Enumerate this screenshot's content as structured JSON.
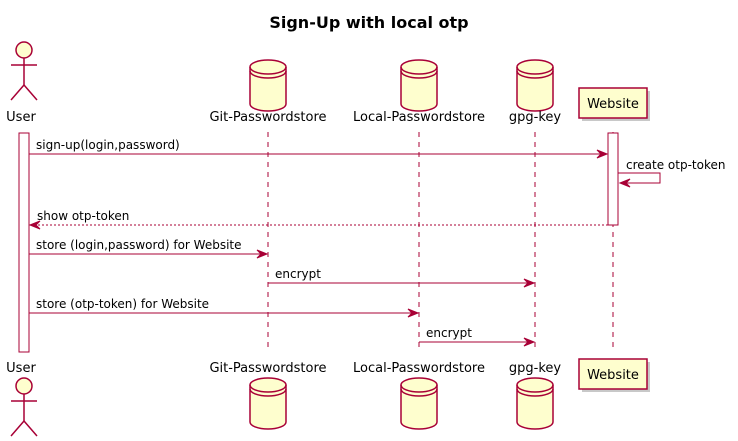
{
  "title": "Sign-Up with local otp",
  "participants": [
    {
      "id": "user",
      "name": "User",
      "kind": "actor"
    },
    {
      "id": "git",
      "name": "Git-Passwordstore",
      "kind": "database"
    },
    {
      "id": "local",
      "name": "Local-Passwordstore",
      "kind": "database"
    },
    {
      "id": "gpg",
      "name": "gpg-key",
      "kind": "database"
    },
    {
      "id": "web",
      "name": "Website",
      "kind": "participant"
    }
  ],
  "messages": [
    {
      "from": "user",
      "to": "web",
      "text": "sign-up(login,password)",
      "style": "solid"
    },
    {
      "from": "web",
      "to": "web",
      "text": "create otp-token",
      "style": "solid"
    },
    {
      "from": "web",
      "to": "user",
      "text": "show otp-token",
      "style": "dotted"
    },
    {
      "from": "user",
      "to": "git",
      "text": "store (login,password) for Website",
      "style": "solid"
    },
    {
      "from": "git",
      "to": "gpg",
      "text": "encrypt",
      "style": "solid"
    },
    {
      "from": "user",
      "to": "local",
      "text": "store (otp-token) for Website",
      "style": "solid"
    },
    {
      "from": "local",
      "to": "gpg",
      "text": "encrypt",
      "style": "solid"
    }
  ],
  "colors": {
    "line": "#a80036",
    "fill": "#fefece"
  }
}
